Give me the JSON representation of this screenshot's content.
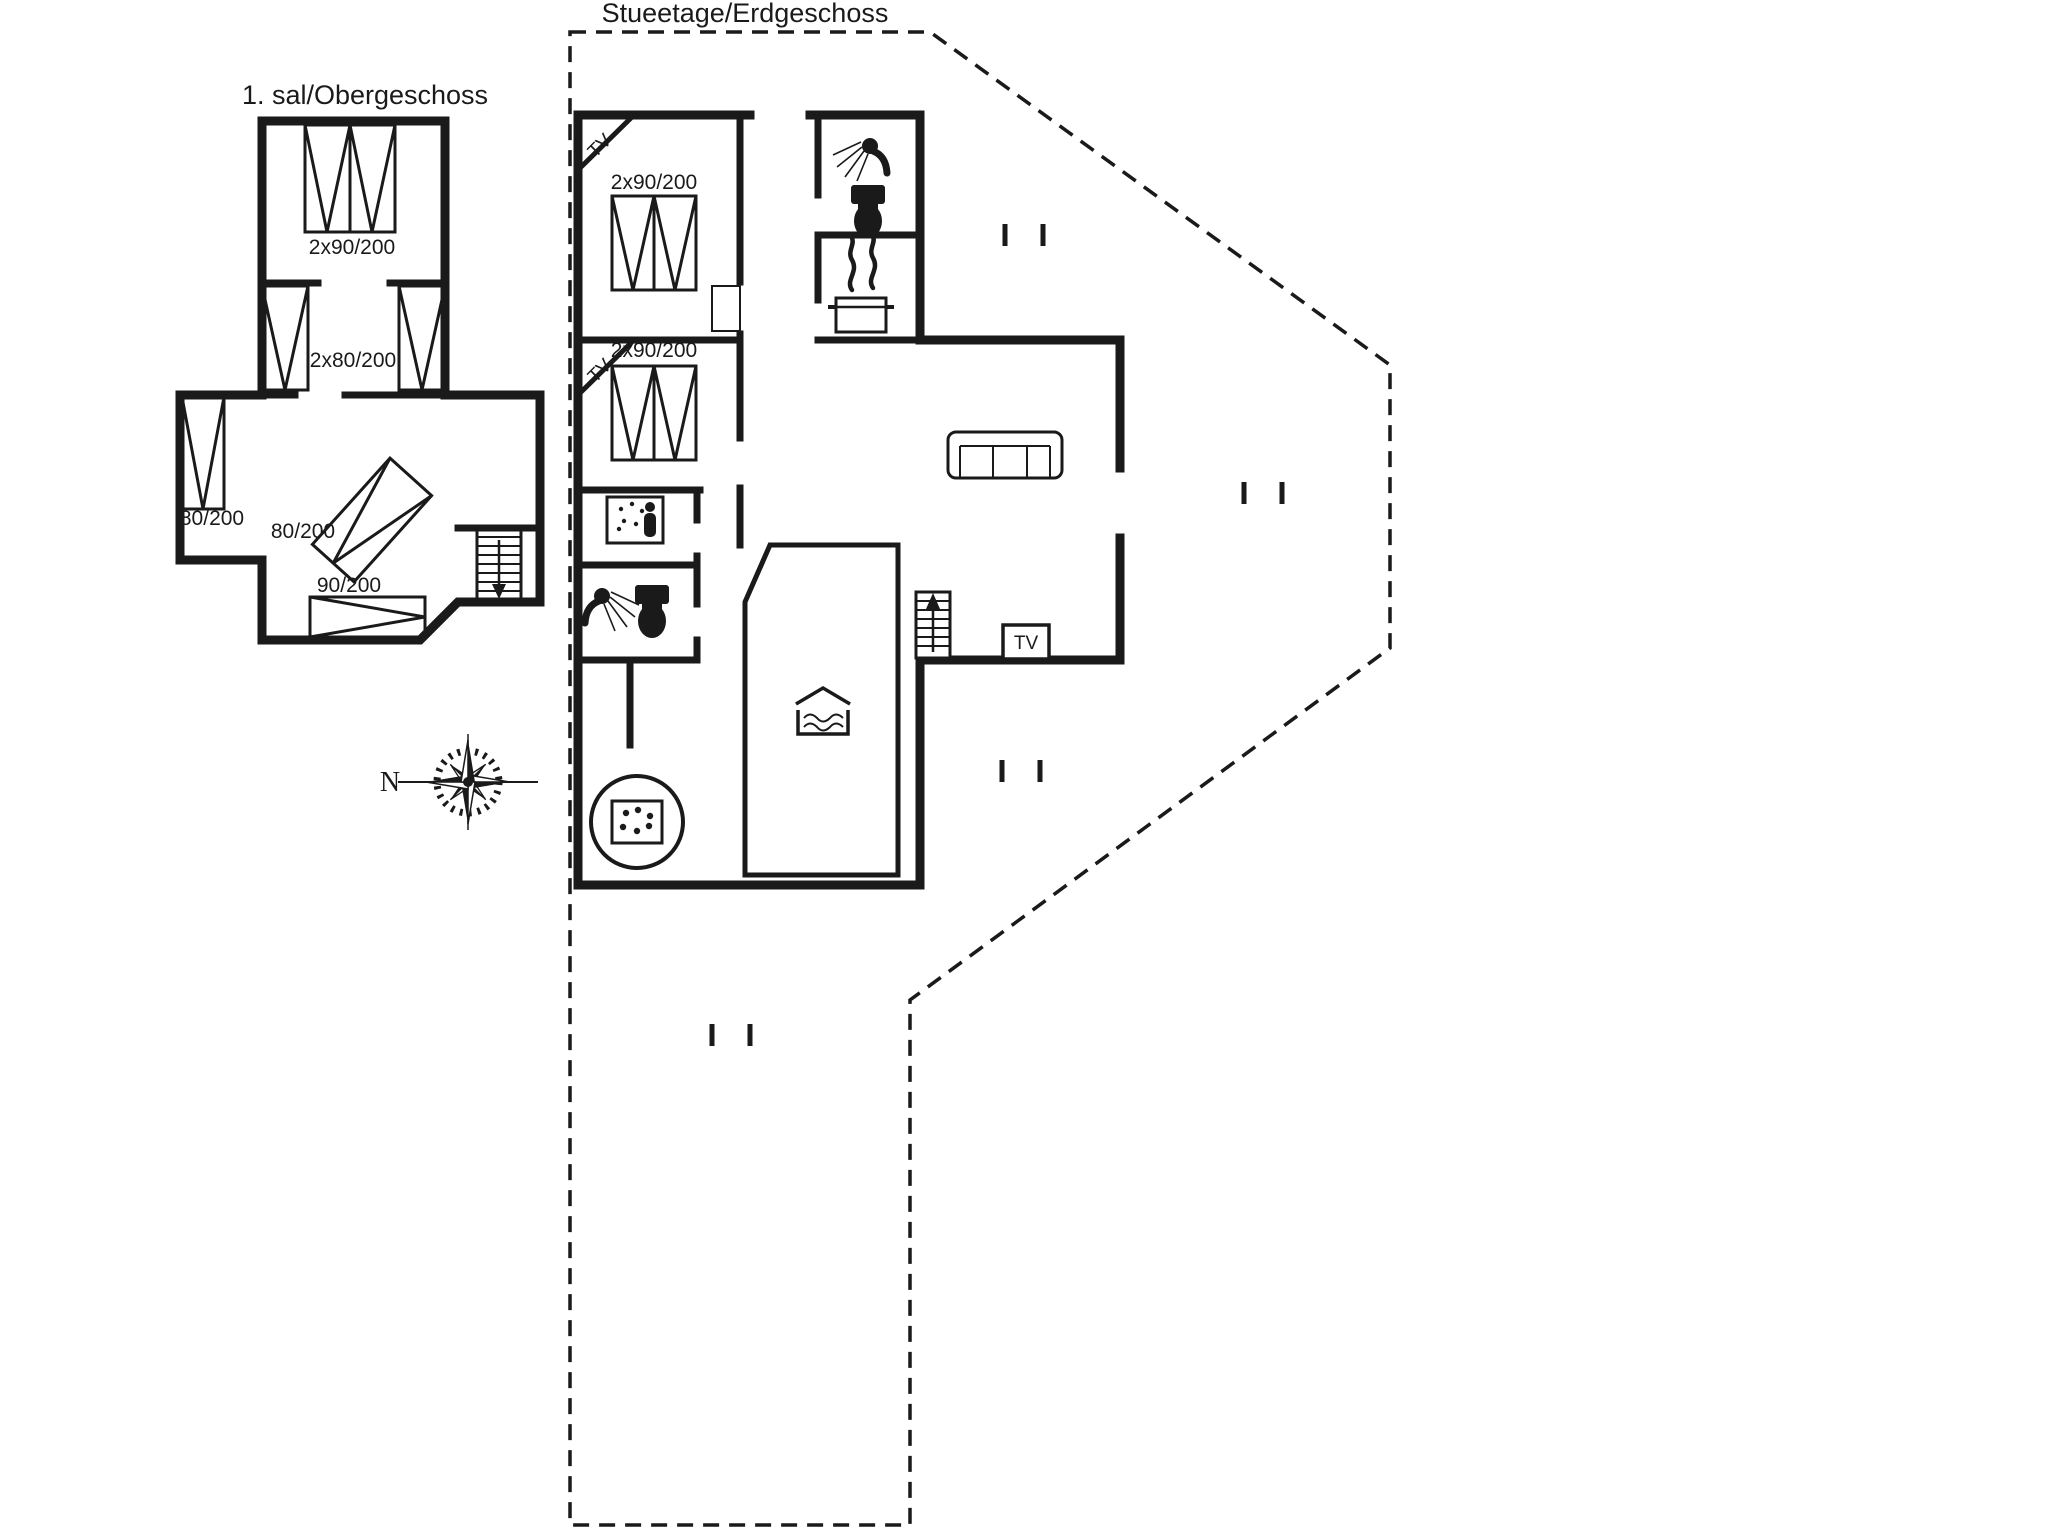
{
  "colors": {
    "ink": "#1a1a1a",
    "paper": "#ffffff"
  },
  "upper_floor": {
    "title": "1. sal/Obergeschoss",
    "bed_labels": {
      "top_double": "2x90/200",
      "mid_double": "2x80/200",
      "west_single": "80/200",
      "diagonal_single": "80/200",
      "south_single": "90/200"
    },
    "icons": [
      "bed-icon",
      "stairs-down-icon"
    ]
  },
  "ground_floor": {
    "title": "Stueetage/Erdgeschoss",
    "bedroom_north": {
      "tv_label": "TV",
      "bed_label": "2x90/200"
    },
    "bedroom_mid": {
      "tv_label": "TV",
      "bed_label": "2x90/200"
    },
    "living_room": {
      "tv_label": "TV"
    },
    "icons": [
      "shower-icon",
      "toilet-icon",
      "cooking-pot-icon",
      "sofa-icon",
      "shower-cabin-icon",
      "stairs-up-icon",
      "pool-icon",
      "hot-tub-icon",
      "tv-icon"
    ]
  },
  "compass": {
    "north_label": "N"
  }
}
